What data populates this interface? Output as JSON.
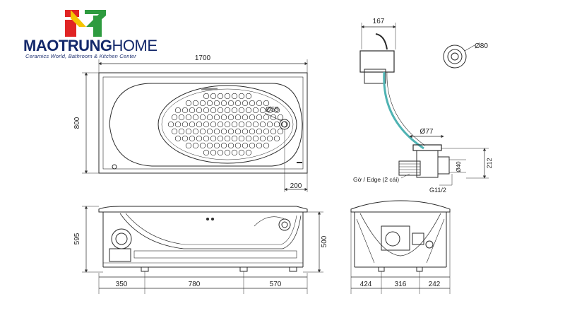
{
  "brand": {
    "name_part1": "MAOTRUNG",
    "name_part2": "HOME",
    "tagline": "Ceramics World, Bathroom & Kitchen Center",
    "colors": {
      "navy": "#14296b",
      "yellow": "#f5c400",
      "green": "#2e9b3f",
      "red": "#e02424"
    }
  },
  "dimensions": {
    "top_length": "1700",
    "top_width": "800",
    "drain_dia": "Ø55",
    "drain_offset": "200",
    "front_seg_1": "350",
    "front_seg_2": "780",
    "front_seg_3": "570",
    "front_height_outer": "595",
    "front_height_inner": "500",
    "side_seg_1": "424",
    "side_seg_2": "316",
    "side_seg_3": "242",
    "drain_width": "167",
    "overflow_dia": "Ø80",
    "waste_dia": "Ø77",
    "pipe_dia": "Ø40",
    "pipe_height": "212",
    "thread": "G11/2",
    "edge_note": "Gờ / Edge (2 cái)"
  },
  "colors": {
    "line": "#2a2a2a",
    "pipe": "#4fb3b3"
  }
}
